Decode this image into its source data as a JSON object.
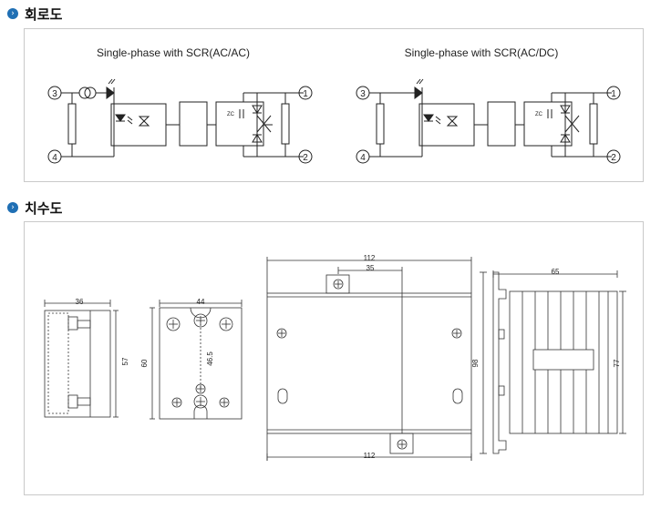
{
  "sections": {
    "circuit": {
      "title": "회로도"
    },
    "dimension": {
      "title": "치수도"
    }
  },
  "circuit": {
    "left": {
      "title": "Single-phase with SCR(AC/AC)",
      "terminals": {
        "t1": "1",
        "t2": "2",
        "t3": "3",
        "t4": "4"
      },
      "zc_symbol": "ZC"
    },
    "right": {
      "title": "Single-phase with SCR(AC/DC)",
      "terminals": {
        "t1": "1",
        "t2": "2",
        "t3": "3",
        "t4": "4"
      },
      "zc_symbol": "ZC"
    }
  },
  "dims": {
    "side_width": "36",
    "side_height": "57",
    "front_width": "44",
    "front_height": "60",
    "front_hole_pitch": "46.5",
    "top_width": "112",
    "top_offset": "35",
    "bottom_width": "112",
    "top_height": "98",
    "heatsink_width": "65",
    "heatsink_height": "77"
  }
}
